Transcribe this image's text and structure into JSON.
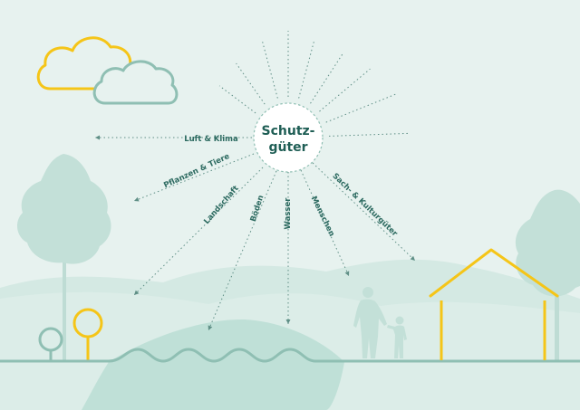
{
  "diagram": {
    "hub": {
      "line1": "Schutz-",
      "line2": "güter"
    },
    "labels": [
      {
        "id": "luft",
        "text": "Luft & Klima"
      },
      {
        "id": "pflanzen",
        "text": "Pflanzen & Tiere"
      },
      {
        "id": "landschaft",
        "text": "Landschaft"
      },
      {
        "id": "boeden",
        "text": "Böden"
      },
      {
        "id": "wasser",
        "text": "Wasser"
      },
      {
        "id": "menschen",
        "text": "Menschen"
      },
      {
        "id": "sach",
        "text": "Sach- & Kulturgüter"
      }
    ]
  },
  "colors": {
    "background": "#e7f2ef",
    "hill_light": "#d4e9e3",
    "hill_mid": "#bfe0d7",
    "accent_yellow": "#f5c518",
    "teal_line": "#8fbfb3",
    "text_dark": "#1f5e55"
  }
}
